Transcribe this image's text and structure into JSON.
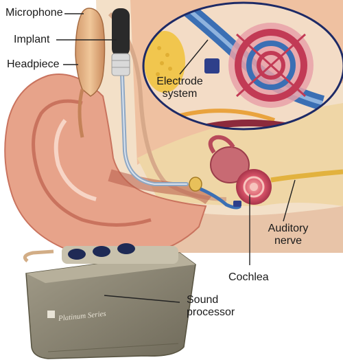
{
  "labels": {
    "microphone": "Microphone",
    "implant": "Implant",
    "headpiece": "Headpiece",
    "electrode_line1": "Electrode",
    "electrode_line2": "system",
    "auditory_line1": "Auditory",
    "auditory_line2": "nerve",
    "cochlea": "Cochlea",
    "sound_line1": "Sound",
    "sound_line2": "processor"
  },
  "processor_brand": "Platinum Series",
  "colors": {
    "skin": "#e7a38a",
    "skin_dark": "#c9735e",
    "bone": "#efd6a6",
    "tissue": "#f3e0c8",
    "cochlea": "#d9556a",
    "electrode_blue": "#3b6fb4",
    "lens_border": "#1d2a66",
    "processor": "#8d8775"
  }
}
